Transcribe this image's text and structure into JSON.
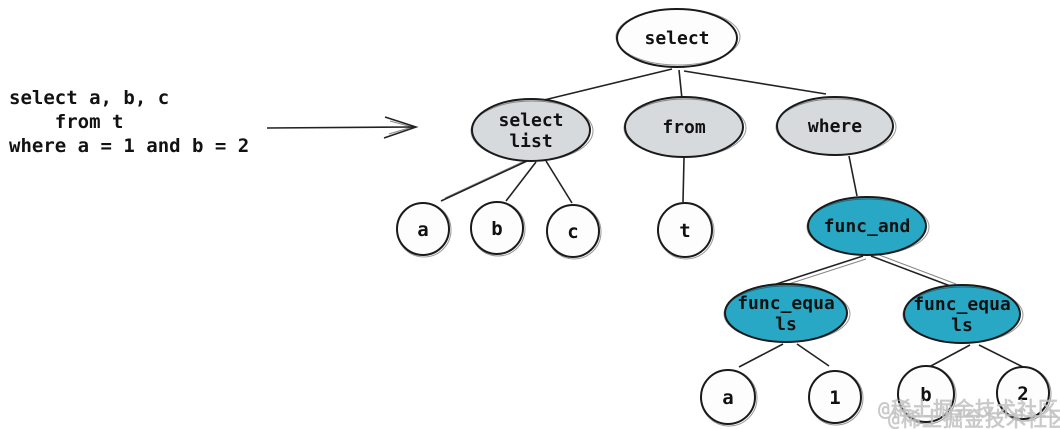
{
  "sql_snippet": {
    "line1": "select a, b, c",
    "line2": "    from t",
    "line3": "where a = 1 and b = 2"
  },
  "arrow": {
    "meaning": "transforms-into",
    "direction": "right"
  },
  "tree": {
    "nodes": {
      "select": {
        "label": "select"
      },
      "select_list": {
        "line1": "select",
        "line2": "list"
      },
      "from": {
        "label": "from"
      },
      "where": {
        "label": "where"
      },
      "func_and": {
        "label": "func_and"
      },
      "func_equals_1": {
        "line1": "func_equa",
        "line2": "ls"
      },
      "func_equals_2": {
        "line1": "func_equa",
        "line2": "ls"
      },
      "col_a": {
        "label": "a"
      },
      "col_b": {
        "label": "b"
      },
      "col_c": {
        "label": "c"
      },
      "table_t": {
        "label": "t"
      },
      "eq1_left": {
        "label": "a"
      },
      "eq1_right": {
        "label": "1"
      },
      "eq2_left": {
        "label": "b"
      },
      "eq2_right": {
        "label": "2"
      }
    },
    "structure": [
      {
        "parent": "select",
        "children": [
          "select_list",
          "from",
          "where"
        ]
      },
      {
        "parent": "select_list",
        "children": [
          "col_a",
          "col_b",
          "col_c"
        ]
      },
      {
        "parent": "from",
        "children": [
          "table_t"
        ]
      },
      {
        "parent": "where",
        "children": [
          "func_and"
        ]
      },
      {
        "parent": "func_and",
        "children": [
          "func_equals_1",
          "func_equals_2"
        ]
      },
      {
        "parent": "func_equals_1",
        "children": [
          "eq1_left",
          "eq1_right"
        ]
      },
      {
        "parent": "func_equals_2",
        "children": [
          "eq2_left",
          "eq2_right"
        ]
      }
    ]
  },
  "watermark": {
    "text": "@稀土掘金技术社区"
  },
  "colors": {
    "node_default": "#fdfdfd",
    "node_clause": "#d7dadd",
    "node_function": "#29a8c5",
    "stroke": "#1a1a1a",
    "watermark": "#c2c1c1"
  }
}
